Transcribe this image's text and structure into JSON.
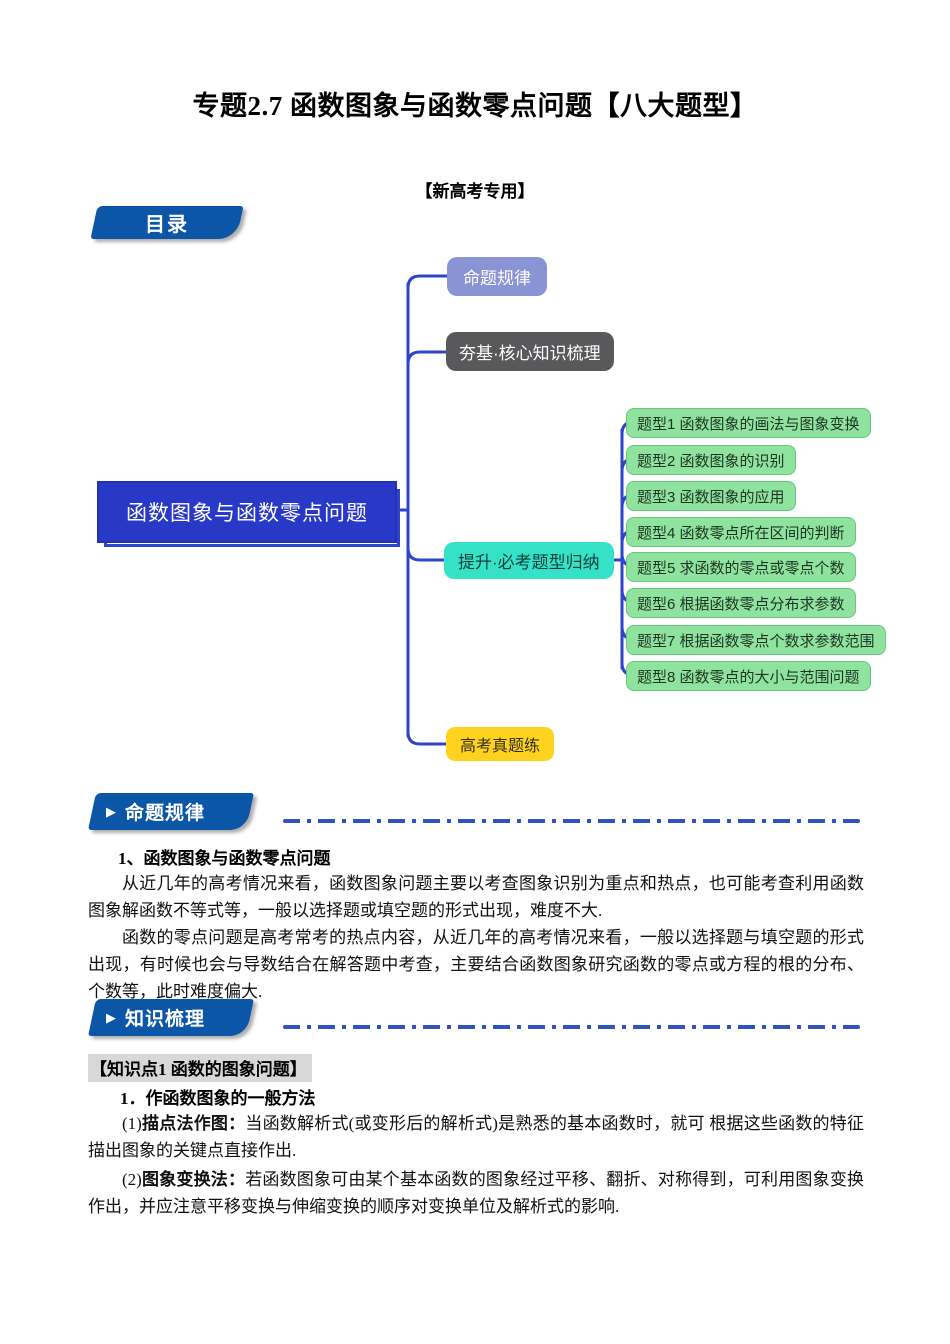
{
  "doc": {
    "title": "专题2.7 函数图象与函数零点问题【八大题型】",
    "subtitle": "【新高考专用】",
    "toc_label": "目录"
  },
  "colors": {
    "banner_blue": "#0C56A8",
    "connector_blue": "#2E44CB",
    "root_blue": "#2839C8",
    "branch_purple": "#8A93D3",
    "branch_gray": "#59595B",
    "branch_teal": "#35E2C8",
    "branch_yellow": "#FFD21E",
    "subtopic_green": "#90E29F",
    "highlight_gray": "#D8D8D8"
  },
  "mindmap": {
    "root": "函数图象与函数零点问题",
    "branches": [
      {
        "label": "命题规律"
      },
      {
        "label": "夯基·核心知识梳理"
      },
      {
        "label": "提升·必考题型归纳"
      },
      {
        "label": "高考真题练"
      }
    ],
    "subtopics": [
      {
        "label": "题型1 函数图象的画法与图象变换"
      },
      {
        "label": "题型2 函数图象的识别"
      },
      {
        "label": "题型3 函数图象的应用"
      },
      {
        "label": "题型4 函数零点所在区间的判断"
      },
      {
        "label": "题型5 求函数的零点或零点个数"
      },
      {
        "label": "题型6 根据函数零点分布求参数"
      },
      {
        "label": "题型7 根据函数零点个数求参数范围"
      },
      {
        "label": "题型8 函数零点的大小与范围问题"
      }
    ]
  },
  "sections": {
    "mingti": {
      "banner": "命题规律",
      "heading": "1、函数图象与函数零点问题",
      "p1": "从近几年的高考情况来看，函数图象问题主要以考查图象识别为重点和热点，也可能考查利用函数图象解函数不等式等，一般以选择题或填空题的形式出现，难度不大.",
      "p2": "函数的零点问题是高考常考的热点内容，从近几年的高考情况来看，一般以选择题与填空题的形式出现，有时候也会与导数结合在解答题中考查，主要结合函数图象研究函数的零点或方程的根的分布、个数等，此时难度偏大."
    },
    "zhishi": {
      "banner": "知识梳理",
      "kp_header": "【知识点1  函数的图象问题】",
      "kp_sub": "1．作函数图象的一般方法",
      "d1_prefix": "(1)",
      "d1_lead": "描点法作图：",
      "d1_body": "当函数解析式(或变形后的解析式)是熟悉的基本函数时，就可 根据这些函数的特征描出图象的关键点直接作出.",
      "d2_prefix": "(2)",
      "d2_lead": "图象变换法：",
      "d2_body": "若函数图象可由某个基本函数的图象经过平移、翻折、对称得到，可利用图象变换作出，并应注意平移变换与伸缩变换的顺序对变换单位及解析式的影响."
    }
  }
}
